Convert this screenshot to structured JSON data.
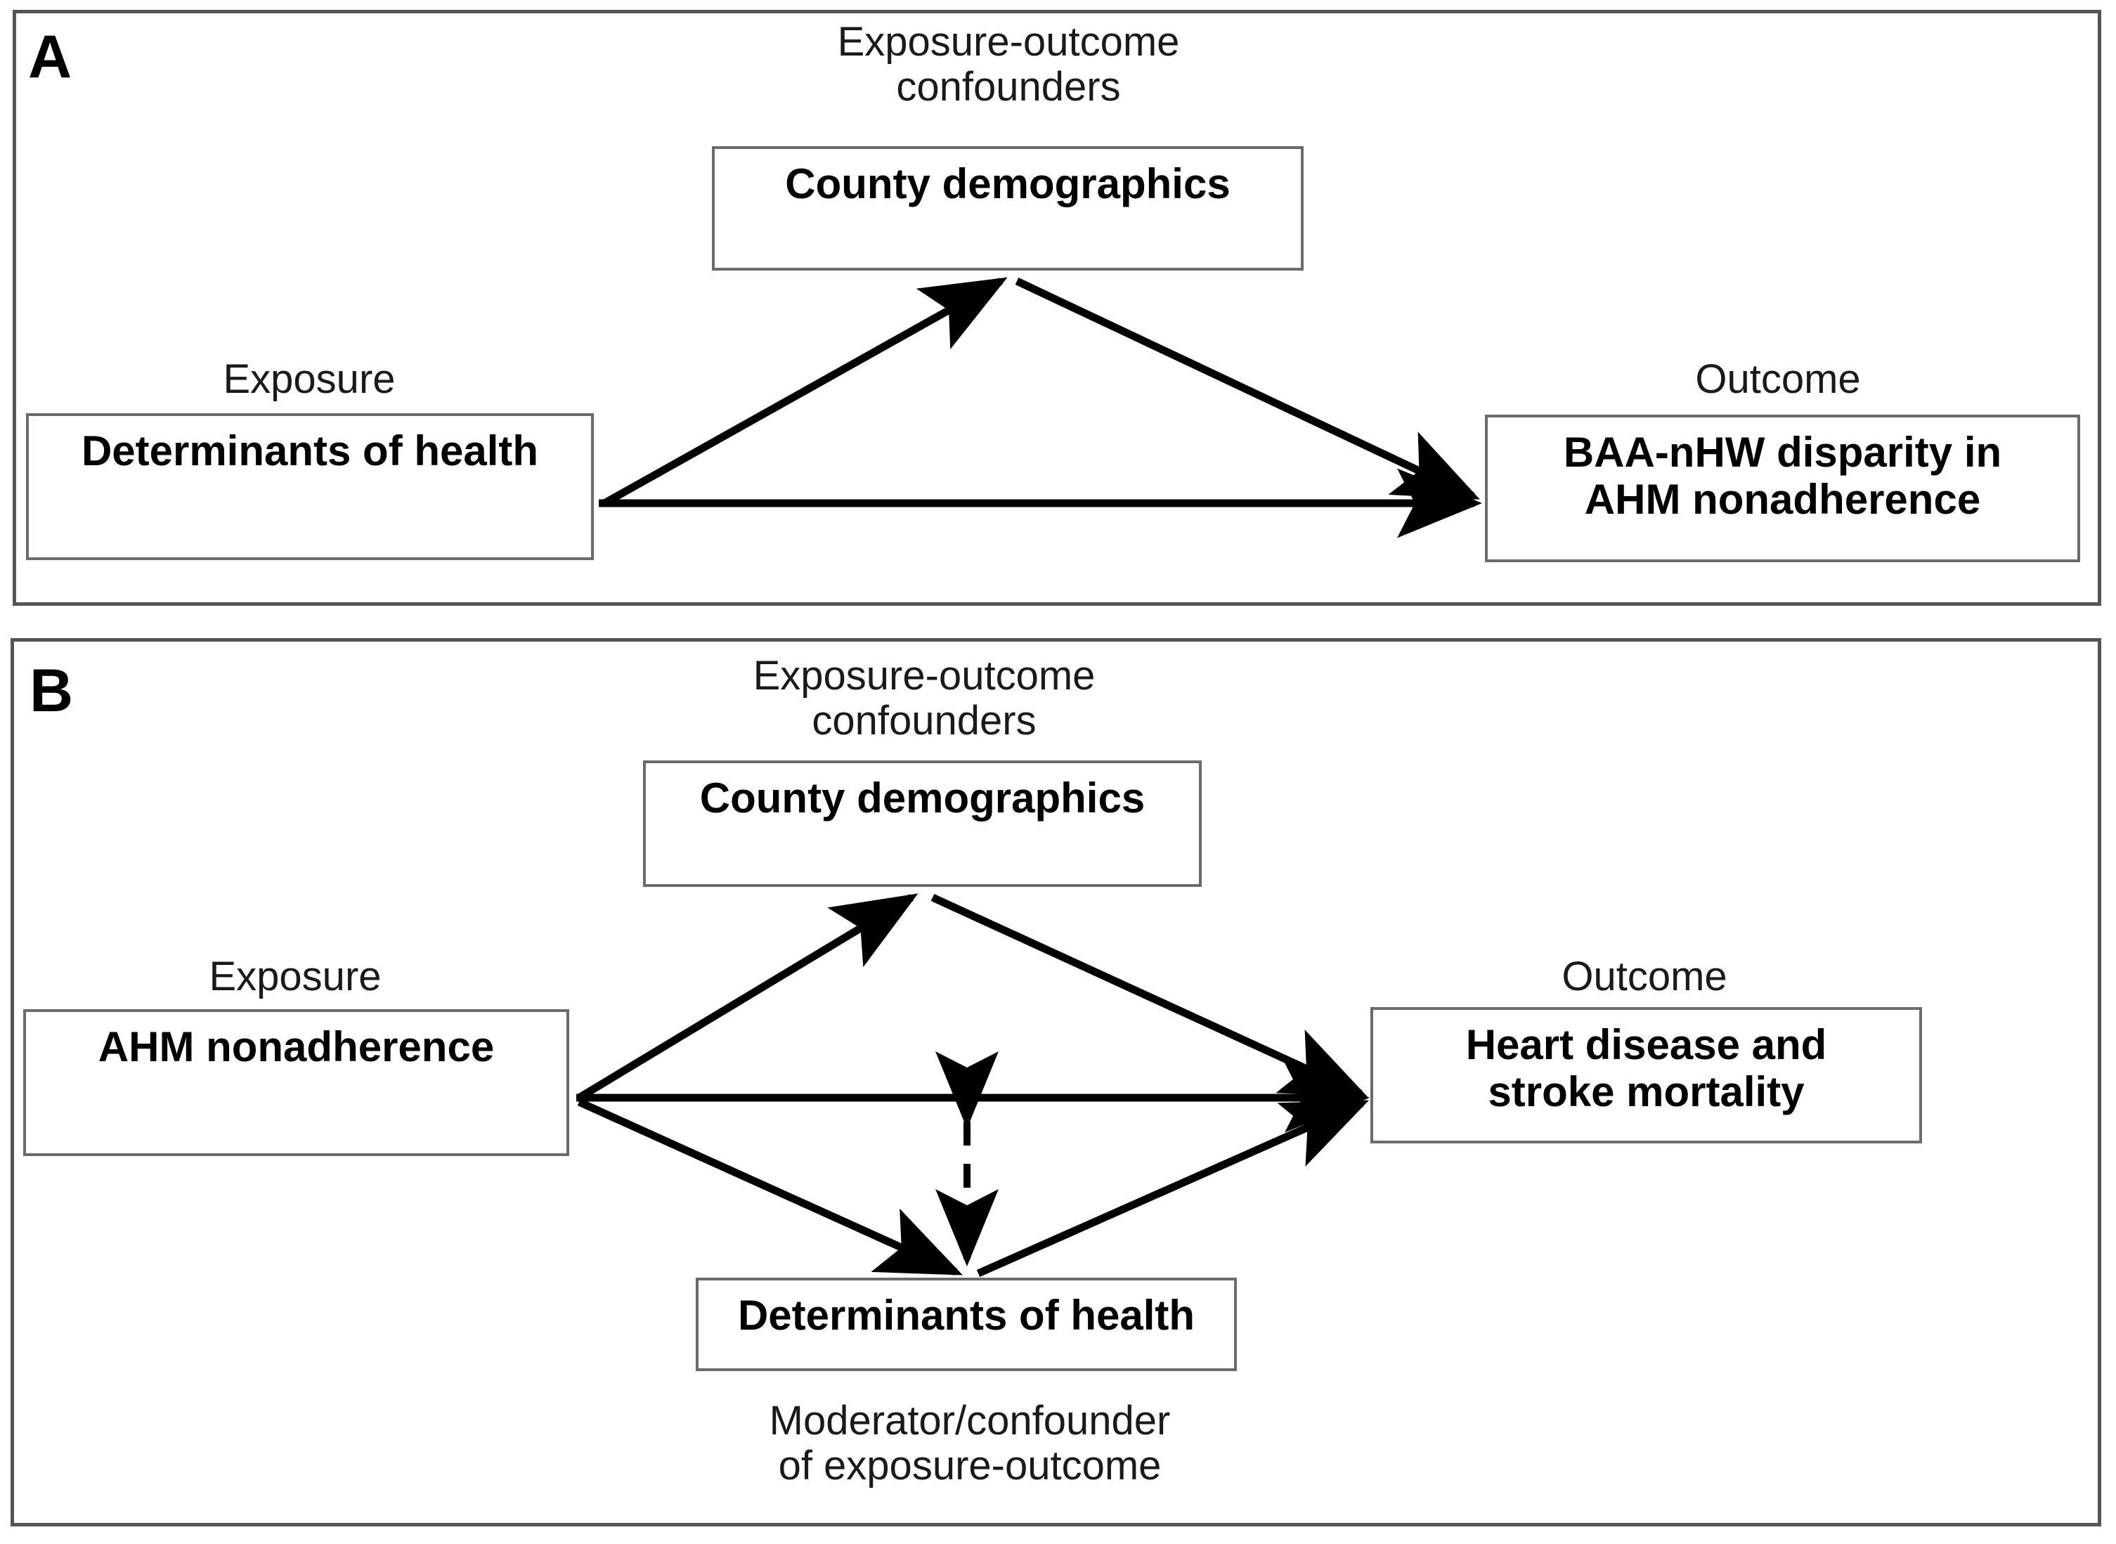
{
  "figure": {
    "background": "#ffffff",
    "line_color": "#000000",
    "box_border_color": "#6b6b6b",
    "panel_border_color": "#555555"
  },
  "panels": [
    {
      "letter": "A",
      "captions": {
        "confounders": "Exposure-outcome\nconfounders",
        "exposure": "Exposure",
        "outcome": "Outcome"
      },
      "nodes": {
        "confounder": "County demographics",
        "exposure": "Determinants of health",
        "outcome": "BAA-nHW disparity in\nAHM nonadherence"
      }
    },
    {
      "letter": "B",
      "captions": {
        "confounders": "Exposure-outcome\nconfounders",
        "exposure": "Exposure",
        "outcome": "Outcome",
        "moderator": "Moderator/confounder\nof exposure-outcome"
      },
      "nodes": {
        "confounder": "County demographics",
        "exposure": "AHM nonadherence",
        "outcome": "Heart disease and\nstroke mortality",
        "moderator": "Determinants of health"
      }
    }
  ],
  "diagram_data": {
    "type": "directed-acyclic-graph",
    "panel_a": {
      "nodes": [
        {
          "id": "exposure",
          "label": "Determinants of health",
          "role": "exposure"
        },
        {
          "id": "confounder",
          "label": "County demographics",
          "role": "exposure-outcome confounder"
        },
        {
          "id": "outcome",
          "label": "BAA-nHW disparity in AHM nonadherence",
          "role": "outcome"
        }
      ],
      "edges": [
        {
          "from": "exposure",
          "to": "confounder",
          "style": "solid",
          "heads": "single"
        },
        {
          "from": "confounder",
          "to": "outcome",
          "style": "solid",
          "heads": "single"
        },
        {
          "from": "exposure",
          "to": "outcome",
          "style": "solid",
          "heads": "single"
        }
      ]
    },
    "panel_b": {
      "nodes": [
        {
          "id": "exposure",
          "label": "AHM nonadherence",
          "role": "exposure"
        },
        {
          "id": "confounder",
          "label": "County demographics",
          "role": "exposure-outcome confounder"
        },
        {
          "id": "outcome",
          "label": "Heart disease and stroke mortality",
          "role": "outcome"
        },
        {
          "id": "moderator",
          "label": "Determinants of health",
          "role": "moderator/confounder of exposure-outcome"
        }
      ],
      "edges": [
        {
          "from": "exposure",
          "to": "confounder",
          "style": "solid",
          "heads": "single"
        },
        {
          "from": "confounder",
          "to": "outcome",
          "style": "solid",
          "heads": "single"
        },
        {
          "from": "exposure",
          "to": "outcome",
          "style": "solid",
          "heads": "single"
        },
        {
          "from": "exposure",
          "to": "moderator",
          "style": "solid",
          "heads": "single"
        },
        {
          "from": "moderator",
          "to": "outcome",
          "style": "solid",
          "heads": "single"
        },
        {
          "from": "exposure-outcome-path",
          "to": "moderator",
          "style": "dashed",
          "heads": "double"
        }
      ]
    }
  }
}
